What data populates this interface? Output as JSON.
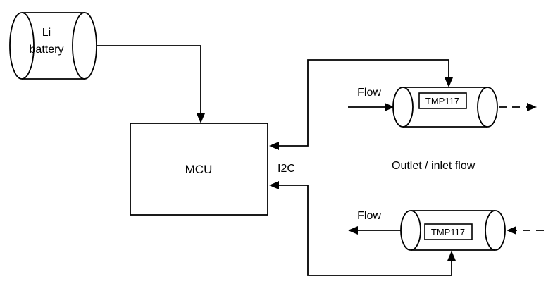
{
  "diagram": {
    "battery": {
      "line1": "Li",
      "line2": "battery"
    },
    "mcu": {
      "label": "MCU"
    },
    "bus": {
      "label": "I2C"
    },
    "flow_note": {
      "label": "Outlet / inlet flow"
    },
    "sensor_top": {
      "label": "TMP117",
      "flow_label": "Flow"
    },
    "sensor_bottom": {
      "label": "TMP117",
      "flow_label": "Flow"
    },
    "colors": {
      "stroke": "#000000",
      "background": "#ffffff"
    }
  }
}
